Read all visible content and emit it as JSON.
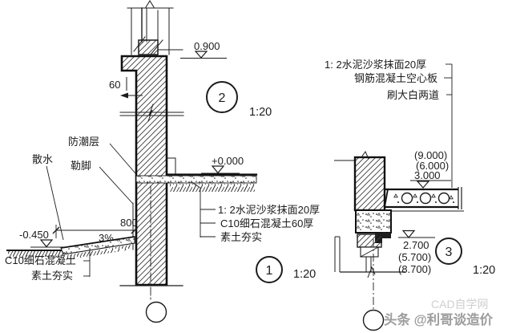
{
  "drawing": {
    "details": {
      "d2": {
        "number": "2",
        "scale": "1:20",
        "elev_sill": "0.900",
        "dim_sill": "60",
        "dampproof": "防潮层",
        "plinth": "勒脚",
        "elev_floor": "+0.000"
      },
      "d1": {
        "number": "1",
        "scale": "1:20",
        "apron": "散水",
        "dim_apron": "800",
        "slope": "3%",
        "elev_ground": "-0.450",
        "floor_layers": [
          "1: 2水泥沙浆抹面20厚",
          "C10细石混凝土60厚",
          "素土夯实"
        ],
        "apron_layers": [
          "C10细石混凝土",
          "素土夯实"
        ]
      },
      "d3": {
        "number": "3",
        "scale": "1:20",
        "ceiling_layers": [
          "1: 2水泥沙浆抹面20厚",
          "钢筋混凝土空心板",
          "刷大白两道"
        ],
        "elev_above": [
          "(9.000)",
          "(6.000)",
          "3.000"
        ],
        "elev_below": [
          "2.700",
          "(5.700)",
          "(8.700)"
        ]
      }
    },
    "watermark": {
      "ghost": "CAD自学网",
      "main": "头条 @利哥谈造价"
    }
  }
}
